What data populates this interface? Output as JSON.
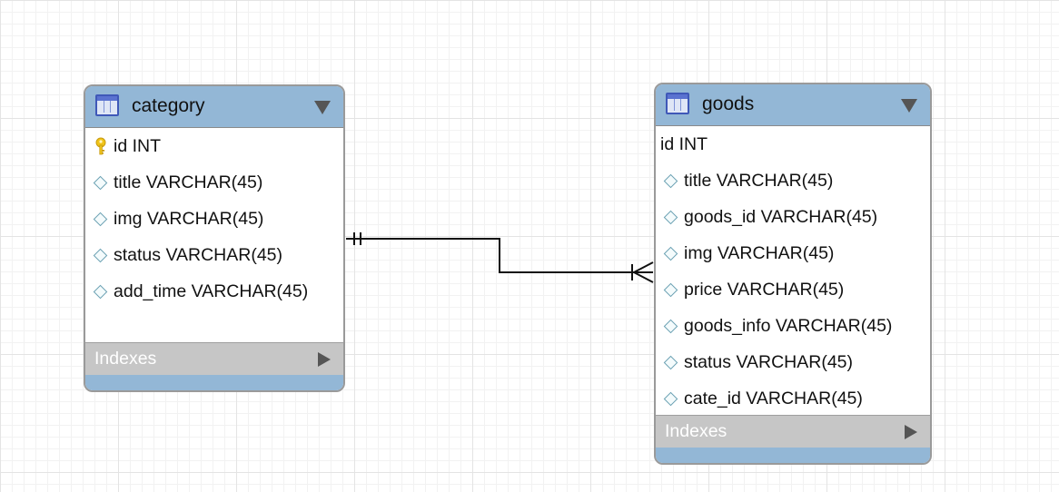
{
  "tables": [
    {
      "name": "category",
      "columns": [
        {
          "label": "id INT",
          "marker": "primary-key"
        },
        {
          "label": "title VARCHAR(45)",
          "marker": "column"
        },
        {
          "label": "img VARCHAR(45)",
          "marker": "column"
        },
        {
          "label": "status VARCHAR(45)",
          "marker": "column"
        },
        {
          "label": "add_time VARCHAR(45)",
          "marker": "column"
        }
      ],
      "indexes_label": "Indexes"
    },
    {
      "name": "goods",
      "columns": [
        {
          "label": "id INT",
          "marker": "none"
        },
        {
          "label": "title VARCHAR(45)",
          "marker": "column"
        },
        {
          "label": "goods_id VARCHAR(45)",
          "marker": "column"
        },
        {
          "label": "img VARCHAR(45)",
          "marker": "column"
        },
        {
          "label": "price VARCHAR(45)",
          "marker": "column"
        },
        {
          "label": "goods_info VARCHAR(45)",
          "marker": "column"
        },
        {
          "label": "status VARCHAR(45)",
          "marker": "column"
        },
        {
          "label": "cate_id VARCHAR(45)",
          "marker": "column"
        }
      ],
      "indexes_label": "Indexes"
    }
  ],
  "relationship": {
    "from": "category",
    "to": "goods",
    "from_cardinality": "one-and-only-one",
    "to_cardinality": "one-or-many"
  },
  "colors": {
    "header": "#93b7d6",
    "indexes_bar": "#c6c6c6",
    "border": "#9a9a9a",
    "key_icon": "#f0c419"
  }
}
